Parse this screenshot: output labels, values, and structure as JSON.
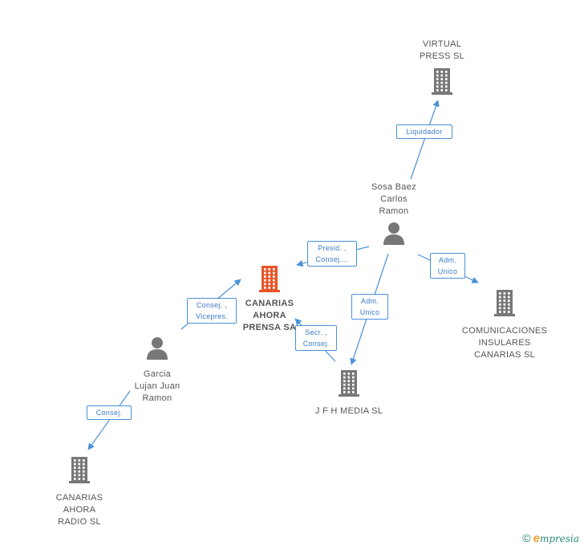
{
  "nodes": [
    {
      "id": "virtual",
      "type": "company",
      "label": "VIRTUAL\nPRESS  SL",
      "color": "#777777"
    },
    {
      "id": "sosa",
      "type": "person",
      "label": "Sosa Baez\nCarlos\nRamon",
      "color": "#777777"
    },
    {
      "id": "canarias_prensa",
      "type": "company",
      "label": "CANARIAS\nAHORA\nPRENSA SA",
      "color": "#e8542a",
      "main": true
    },
    {
      "id": "comunicaciones",
      "type": "company",
      "label": "COMUNICACIONES\nINSULARES\nCANARIAS SL",
      "color": "#777777"
    },
    {
      "id": "garcia",
      "type": "person",
      "label": "Garcia\nLujan Juan\nRamon",
      "color": "#777777"
    },
    {
      "id": "jfh",
      "type": "company",
      "label": "J F H MEDIA SL",
      "color": "#777777"
    },
    {
      "id": "canarias_radio",
      "type": "company",
      "label": "CANARIAS\nAHORA\nRADIO SL",
      "color": "#777777"
    }
  ],
  "edges": [
    {
      "id": "e1",
      "from": "sosa",
      "to": "virtual",
      "label": "Liquidador"
    },
    {
      "id": "e2",
      "from": "sosa",
      "to": "canarias_prensa",
      "label": "Presid. ,\nConsej...."
    },
    {
      "id": "e3",
      "from": "sosa",
      "to": "comunicaciones",
      "label": "Adm.\nUnico"
    },
    {
      "id": "e4",
      "from": "sosa",
      "to": "jfh",
      "label": "Adm.\nUnico"
    },
    {
      "id": "e5",
      "from": "garcia",
      "to": "canarias_prensa",
      "label": "Consej. ,\nVicepres."
    },
    {
      "id": "e6",
      "from": "jfh",
      "to": "canarias_prensa",
      "label": "Secr. ,\nConsej."
    },
    {
      "id": "e7",
      "from": "garcia",
      "to": "canarias_radio",
      "label": "Consej."
    }
  ],
  "footer": {
    "copyright": "©",
    "brand_first": "e",
    "brand_rest": "mpresia"
  },
  "edge_color": "#4a90d9"
}
